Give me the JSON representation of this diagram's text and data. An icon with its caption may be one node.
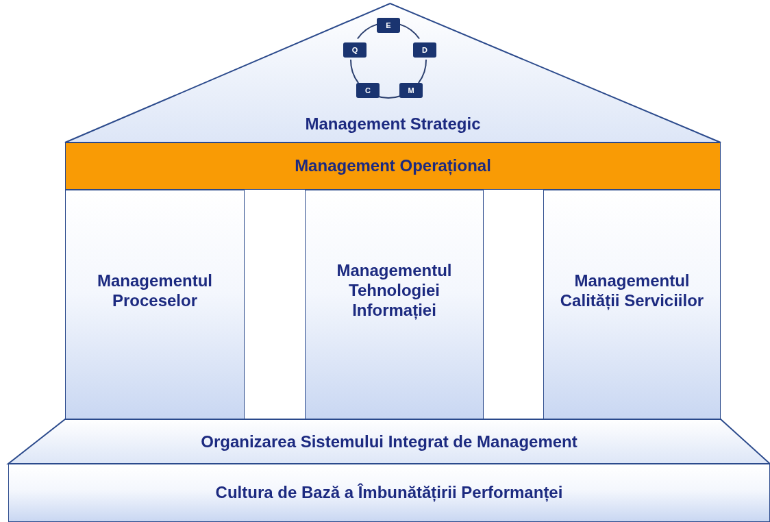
{
  "diagram": {
    "nodes": [
      {
        "text": [
          "Management Strategic"
        ]
      },
      {
        "text": [
          "E"
        ],
        "in": 0
      },
      {
        "text": [
          "D"
        ],
        "in": 0
      },
      {
        "text": [
          "M"
        ],
        "in": 0
      },
      {
        "text": [
          "C"
        ],
        "in": 0
      },
      {
        "text": [
          "Q"
        ],
        "in": 0
      },
      {
        "text": [
          "Management Operațional"
        ]
      },
      {
        "text": [
          "Managementul Proceselor"
        ]
      },
      {
        "text": [
          "Managementul Tehnologiei Informației"
        ]
      },
      {
        "text": [
          "Managementul Calității Serviciilor"
        ]
      },
      {
        "text": [
          "Organizarea Sistemului Integrat de Management"
        ]
      },
      {
        "text": [
          "Cultura de Bază a Îmbunătățirii Performanței"
        ]
      }
    ],
    "edges": [
      {
        "from": 1,
        "to": 2,
        "arrow": "none"
      },
      {
        "from": 2,
        "to": 3,
        "arrow": "none"
      },
      {
        "from": 3,
        "to": 4,
        "arrow": "none"
      },
      {
        "from": 4,
        "to": 5,
        "arrow": "none"
      },
      {
        "from": 5,
        "to": 1,
        "arrow": "none"
      }
    ]
  }
}
